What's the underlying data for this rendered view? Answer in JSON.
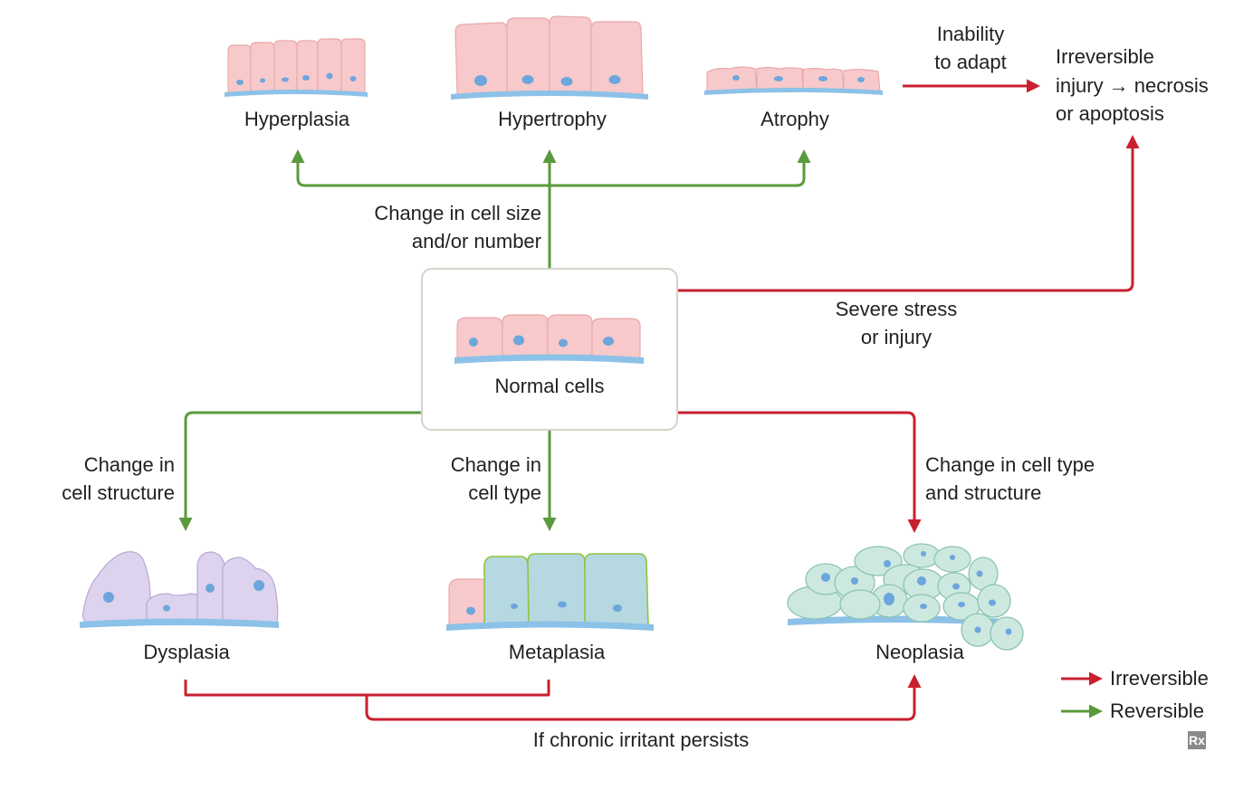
{
  "nodes": {
    "hyperplasia": "Hyperplasia",
    "hypertrophy": "Hypertrophy",
    "atrophy": "Atrophy",
    "normal": "Normal cells",
    "dysplasia": "Dysplasia",
    "metaplasia": "Metaplasia",
    "neoplasia": "Neoplasia",
    "irreversible_injury": [
      "Irreversible",
      "injury → necrosis",
      "or apoptosis"
    ]
  },
  "edges": {
    "size_number": [
      "Change in cell size",
      "and/or number"
    ],
    "inability": [
      "Inability",
      "to adapt"
    ],
    "severe_stress": [
      "Severe stress",
      "or injury"
    ],
    "cell_structure": [
      "Change in",
      "cell structure"
    ],
    "cell_type": [
      "Change in",
      "cell type"
    ],
    "type_and_structure": [
      "Change in cell type",
      "and structure"
    ],
    "chronic": "If chronic irritant persists"
  },
  "legend": {
    "irreversible": "Irreversible",
    "reversible": "Reversible"
  },
  "badge": "Rx",
  "colors": {
    "irreversible": "#c8202f",
    "reversible": "#5a9a3c",
    "cell_pink": "#f7c9ca",
    "nucleus_blue": "#6ca6dd",
    "basement": "#8cc1e8",
    "dysplasia_purple": "#ddd3ee",
    "metaplasia_teal": "#b6d8e0",
    "neoplasia_mint": "#cde9df"
  },
  "icons": [
    "rx-logo-icon",
    "arrow-right-icon"
  ]
}
